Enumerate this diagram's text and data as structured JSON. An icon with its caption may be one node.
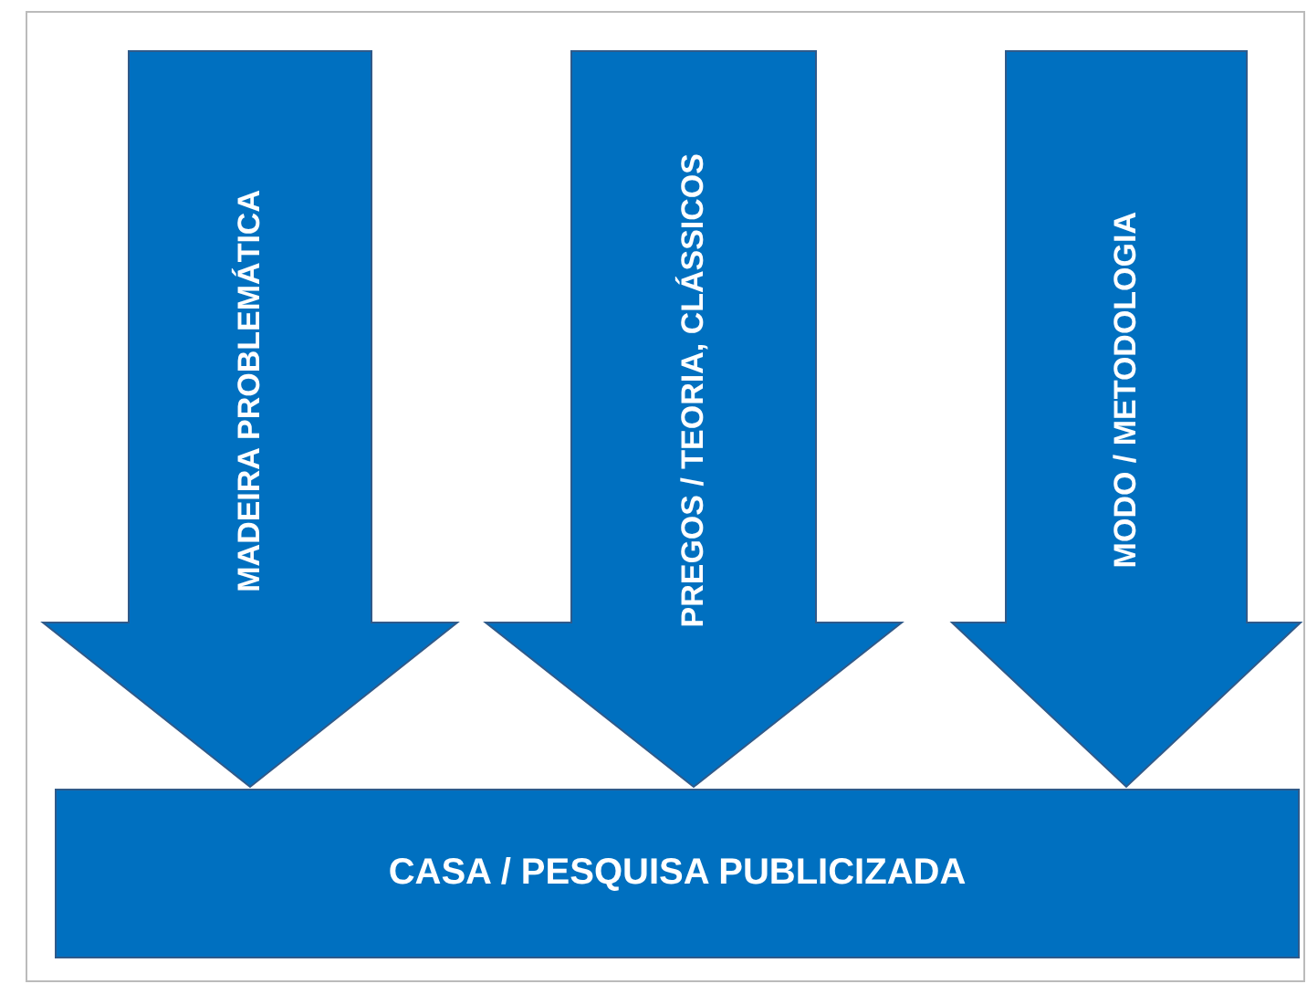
{
  "diagram": {
    "nodes": [
      {
        "text": [
          "MADEIRA PROBLEMÁTICA"
        ]
      },
      {
        "text": [
          "PREGOS / TEORIA, CLÁSSICOS"
        ]
      },
      {
        "text": [
          "MODO / METODOLOGIA"
        ]
      },
      {
        "text": [
          "CASA / PESQUISA PUBLICIZADA"
        ]
      }
    ],
    "edges": [
      {
        "from": 0,
        "to": 3,
        "arrow": "to"
      },
      {
        "from": 1,
        "to": 3,
        "arrow": "to"
      },
      {
        "from": 2,
        "to": 3,
        "arrow": "to"
      }
    ]
  }
}
